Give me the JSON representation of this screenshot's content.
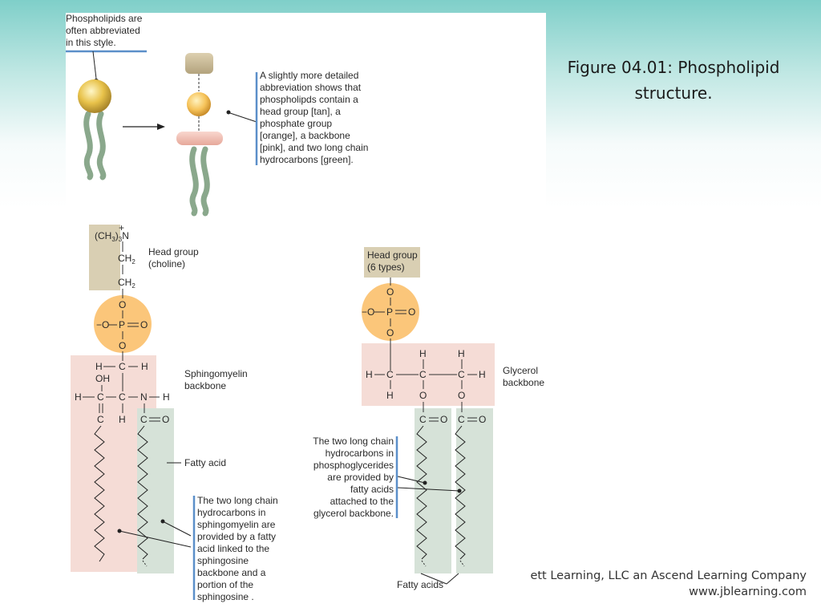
{
  "slide": {
    "caption": "Figure 04.01: Phospholipid structure.",
    "credit_line1": "ett Learning, LLC an Ascend Learning Company",
    "credit_line2": "www.jblearning.com"
  },
  "colors": {
    "head_group_tan": "#d9cfb3",
    "phosphate_orange": "#fbc67a",
    "backbone_pink": "#f5dcd6",
    "fatty_acid_green": "#d6e2d8",
    "annotation_bar_blue": "#5b8fc9"
  },
  "top_labels": {
    "abbrev_simple": [
      "Phospholipids are",
      "often abbreviated",
      "in this style."
    ],
    "abbrev_detailed": [
      "A slightly more detailed",
      "abbreviation shows that",
      "phospholipds contain a",
      "head group [tan], a",
      "phosphate group",
      "[orange], a backbone",
      "[pink], and two long chain",
      "hydrocarbons [green]."
    ]
  },
  "sphingomyelin": {
    "head_group_label": [
      "Head group",
      "(choline)"
    ],
    "backbone_label": [
      "Sphingomyelin",
      "backbone"
    ],
    "fatty_acid_label": "Fatty acid",
    "note": [
      "The two long chain",
      "hydrocarbons in",
      "sphingomyelin are",
      "provided by a fatty",
      "acid linked to the",
      "sphingosine",
      "backbone and a",
      "portion of the",
      "sphingosine ."
    ],
    "atoms": {
      "n_group": "(CH3)3N",
      "ch2": "CH2",
      "o": "O",
      "p": "P",
      "o_minus": "−O",
      "double_o": "O",
      "h": "H",
      "c": "C",
      "oh": "OH",
      "n": "N"
    }
  },
  "phosphoglyceride": {
    "head_group_label": [
      "Head group",
      "(6 types)"
    ],
    "backbone_label": [
      "Glycerol",
      "backbone"
    ],
    "fatty_acids_label": "Fatty acids",
    "note": [
      "The two long chain",
      "hydrocarbons in",
      "phosphoglycerides",
      "are provided by",
      "fatty acids",
      "attached to the",
      "glycerol backbone."
    ]
  }
}
